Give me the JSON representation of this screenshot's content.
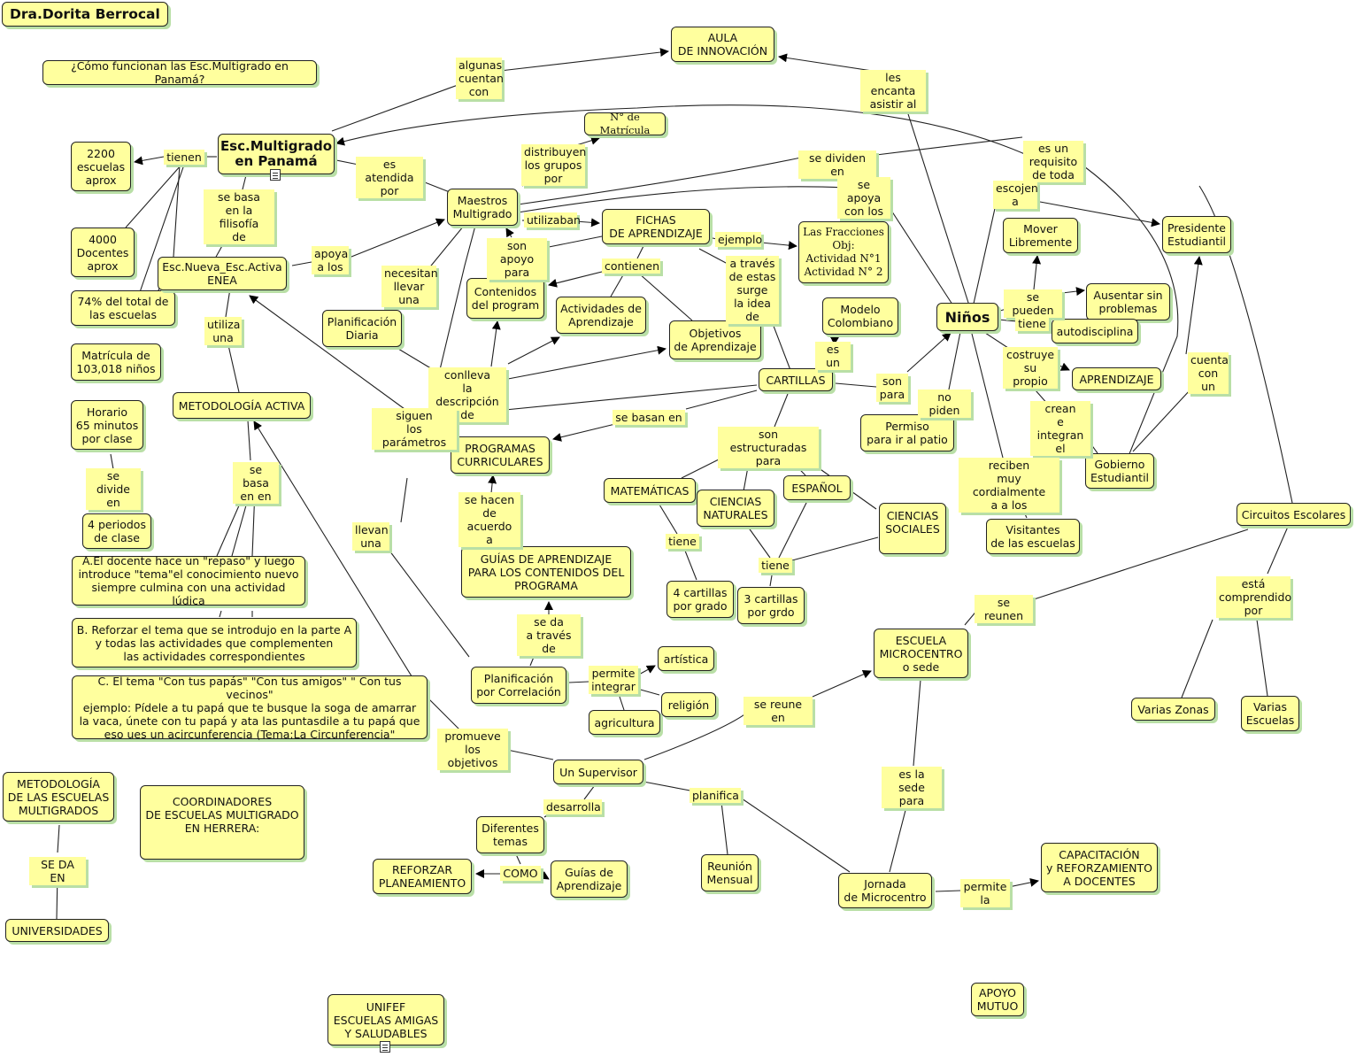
{
  "nodes": {
    "autor": "Dra.Dorita Berrocal",
    "pregunta": "¿Cómo funcionan las Esc.Multigrado en Panamá?",
    "aula": "AULA\nDE INNOVACIÓN",
    "escmulti": "Esc.Multigrado\nen Panamá",
    "n2200": "2200\nescuelas\naprox",
    "n4000": "4000\nDocentes\naprox",
    "n74": "74% del total de\nlas escuelas",
    "matricula": "Matrícula de\n103,018 niños",
    "horario": "Horario\n65 minutos\npor clase",
    "periodos": "4 periodos\nde clase",
    "escnueva": "Esc.Nueva_Esc.Activa\nENEA",
    "metodologia": "METODOLOGÍA ACTIVA",
    "nmatricula": "N° de Matrícula",
    "maestros": "Maestros\nMultigrado",
    "planificacion": "Planificación\nDiaria",
    "fichas": "FICHAS\nDE APRENDIZAJE",
    "contenidos": "Contenidos\ndel program",
    "actividades": "Actividades de\nAprendizaje",
    "objetivos": "Objetivos\nde Aprendizaje",
    "fracciones": "Las Fracciones\nObj:\nActividad N°1\nActividad N° 2",
    "modelo": "Modelo\nColombiano",
    "cartillas": "CARTILLAS",
    "programas": "PROGRAMAS\nCURRICULARES",
    "matematicas": "MATEMÁTICAS",
    "cnaturales": "CIENCIAS\nNATURALES",
    "espanol": "ESPAÑOL",
    "csociales": "CIENCIAS\nSOCIALES",
    "cart4": "4 cartillas\npor grado",
    "cart3": "3 cartillas\npor grdo",
    "guias": "GUÍAS DE APRENDIZAJE\nPARA LOS CONTENIDOS DEL\nPROGRAMA",
    "plancorr": "Planificación\npor Correlación",
    "artistica": "artística",
    "religion": "religión",
    "agricultura": "agricultura",
    "ninos": "Niños",
    "mover": "Mover\nLibremente",
    "ausentar": "Ausentar sin\nproblemas",
    "autodisciplina": "autodisciplina",
    "aprendizaje": "APRENDIZAJE",
    "permiso": "Permiso\npara ir al patio",
    "presidente": "Presidente\nEstudiantil",
    "gobierno": "Gobierno\nEstudiantil",
    "visitantes": "Visitantes\nde las escuelas",
    "circuitos": "Circuitos Escolares",
    "escuelamc": "ESCUELA\nMICROCENTRO\no sede",
    "zonas": "Varias Zonas",
    "escuelas": "Varias\nEscuelas",
    "supervisor": "Un Supervisor",
    "diferentes": "Diferentes\ntemas",
    "reforzar": "REFORZAR\nPLANEAMIENTO",
    "guiasapr": "Guías de\nAprendizaje",
    "reunion": "Reunión\nMensual",
    "jornada": "Jornada\nde Microcentro",
    "capacitacion": "CAPACITACIÓN\ny REFORZAMIENTO\nA DOCENTES",
    "textoA": "A.El docente hace un \"repaso\" y luego\nintroduce \"tema\"el conocimiento nuevo\nsiempre culmina con una actividad lúdica",
    "textoB": "B. Reforzar el tema que se introdujo en la parte A\ny todas las actividades que complementen\nlas actividades correspondientes",
    "textoC": "C. El tema \"Con tus papás\" \"Con tus amigos\" \" Con tus vecinos\"\nejemplo: Pídele a tu papá que te busque la soga  de amarrar\nla vaca, únete con tu papá y ata las puntasdile a tu papá que\neso ues un acircunferencia (Tema:La Circunferencia\"",
    "metodologiaesc": "METODOLOGÍA\nDE LAS ESCUELAS\nMULTIGRADOS",
    "universidades": "UNIVERSIDADES",
    "coordinadores": "COORDINADORES\nDE ESCUELAS MULTIGRADO\nEN HERRERA:",
    "unifef": "UNIFEF\nESCUELAS AMIGAS\nY SALUDABLES",
    "apoyo": "APOYO\nMUTUO"
  },
  "links": {
    "algunas": "algunas\ncuentan\ncon",
    "encanta": "les encanta\nasistir al",
    "tienen": "tienen",
    "atendida": "es atendida\npor",
    "distribuyen": "distribuyen\nlos grupos\npor",
    "sedividen": "se dividen en",
    "requisito": "es un requisito\nde toda",
    "sebasafil": "se basa\nen la filisofía\nde",
    "apoyaalos": "apoya\na los",
    "utilizaban": "utilizaban",
    "ejemplo": "ejemplo",
    "seapoya": "se apoya\ncon los",
    "escojen": "escojen\na",
    "apoyopara": "son apoyo\npara",
    "contienen": "contienen",
    "atraves": "a través\nde estas\nsurge\nla idea de",
    "necesitan": "necesitan\nllevar\nuna",
    "utiliza": "utiliza\nuna",
    "sepueden": "se pueden",
    "tiene1": "tiene",
    "costruye": "costruye\nsu propio",
    "esun": "es un",
    "conlleva": "conlleva\nla descripción\nde",
    "sonpara": "son\npara",
    "nopiden": "no piden",
    "cuentacon": "cuenta\ncon\nun",
    "crean": "crean\ne integran\nel",
    "siguen": "siguen\nlos parámetros",
    "sebasan": "se basan en",
    "estructuradas": "son estructuradas\npara",
    "reciben": "reciben\nmuy cordialmente\na a los",
    "sedivide": "se divide\nen",
    "sebasaen": "se basa\nen en",
    "sehacen": "se hacen\nde acuerdo\na",
    "tiene2": "tiene",
    "tiene3": "tiene",
    "llevan": "llevan\nuna",
    "esta": "está\ncomprendido\npor",
    "sereunen": "se reunen",
    "seda": "se da\na través de",
    "permite": "permite\nintegrar",
    "sereuneen": "se reune en",
    "promueve": "promueve\nlos objetivos",
    "eslasede": "es la sede\npara",
    "planifica": "planifica",
    "desarrolla": "desarrolla",
    "sedaen": "SE DA EN",
    "como": "COMO",
    "permitela": "permite\nla"
  }
}
